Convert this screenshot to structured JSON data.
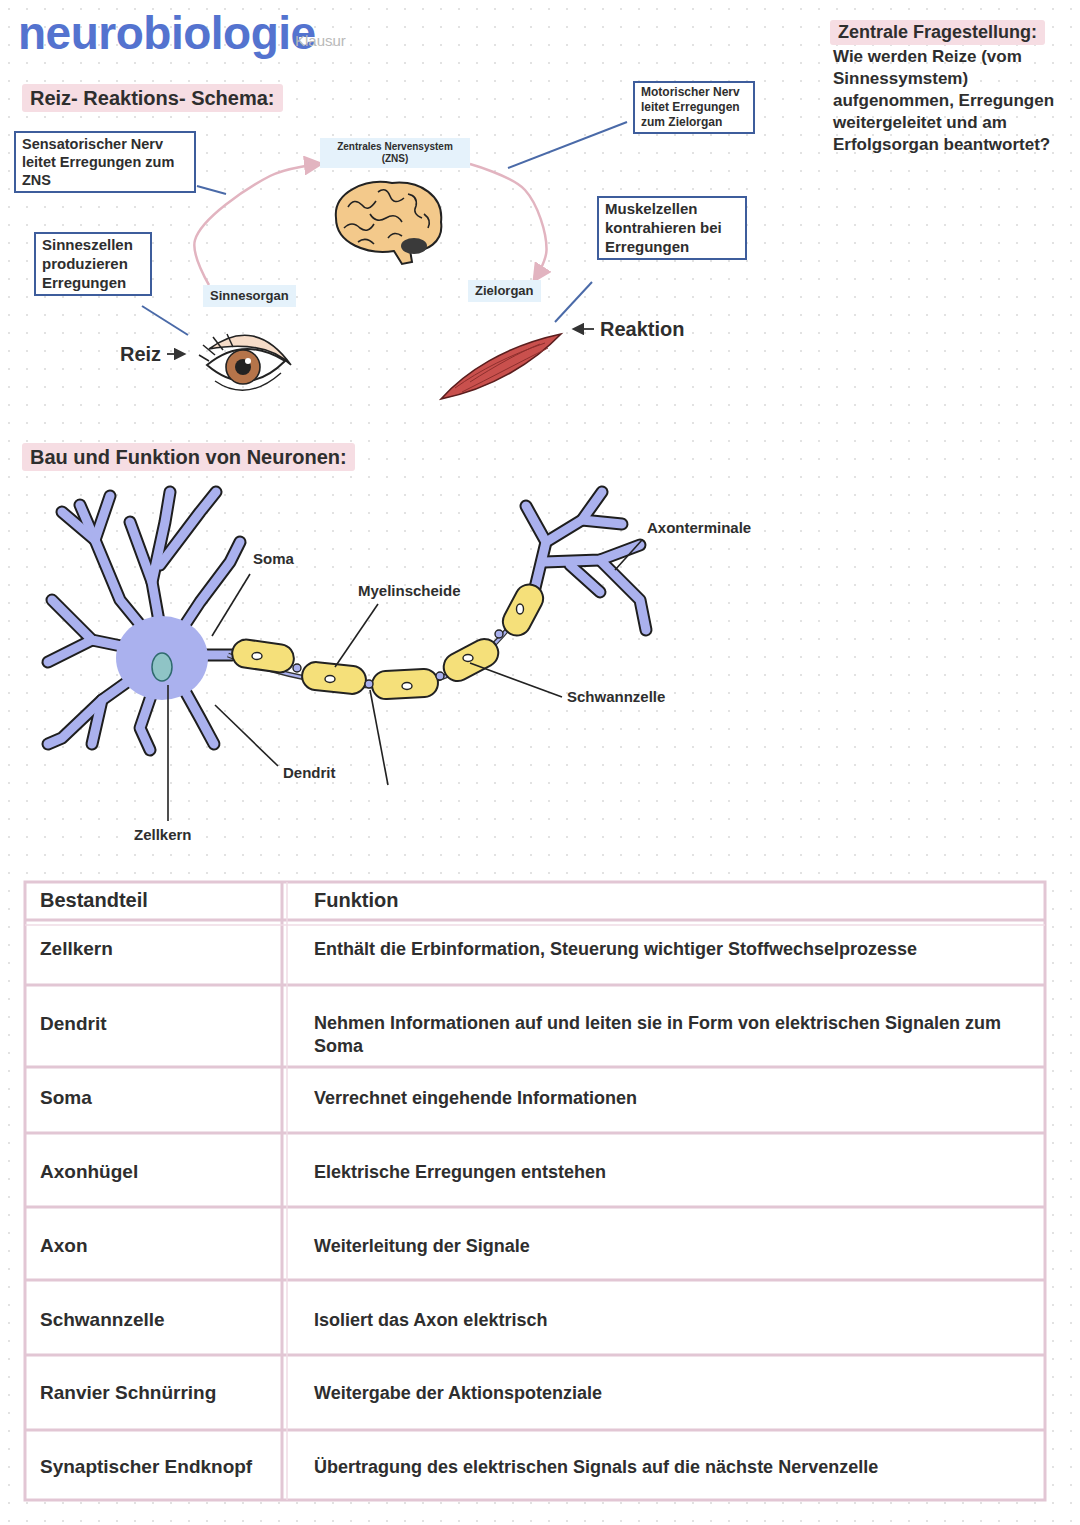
{
  "diagram": {
    "title": "neurobiologie",
    "nodes": [
      {
        "text": [
          "Reiz- Reaktions- Schema:"
        ]
      },
      {
        "text": [
          "Zentrale Fragestellung:"
        ]
      },
      {
        "text": [
          "Motorischer Nerv leitet Erregungen zum Zielorgan"
        ]
      },
      {
        "text": [
          "Sensatorischer Nerv leitet Erregungen zum ZNS"
        ]
      },
      {
        "text": [
          "Zentrales Nervensystem (ZNS)"
        ]
      },
      {
        "text": [
          "Muskelzellen kontrahieren bei Erregungen"
        ]
      },
      {
        "text": [
          "Sinneszellen produzieren Erregungen"
        ]
      },
      {
        "text": [
          "Sinnesorgan"
        ]
      },
      {
        "text": [
          "Zielorgan"
        ]
      },
      {
        "text": [
          "Bau und Funktion von Neuronen:"
        ]
      }
    ],
    "edges": [
      {
        "from": 7,
        "to": 4,
        "arrow": "to"
      },
      {
        "from": 4,
        "to": 8,
        "arrow": "to"
      }
    ],
    "labels": [
      "Klausur",
      "Wie werden Reize (vom Sinnessymstem) aufgenommen, Erregungen weitergeleitet und am Erfolgsorgan beantwortet?",
      "Reiz",
      "Reaktion",
      "Soma",
      "Myelinscheide",
      "Axonterminale",
      "Schwannzelle",
      "Dendrit",
      "Zellkern",
      "Bestandteil",
      "Funktion",
      "Zellkern",
      "Enthält die Erbinformation, Steuerung wichtiger Stoffwechselprozesse",
      "Dendrit",
      "Nehmen Informationen auf und leiten sie in Form von elektrischen Signalen zum Soma",
      "Soma",
      "Verrechnet eingehende Informationen",
      "Axonhügel",
      "Elektrische Erregungen entstehen",
      "Axon",
      "Weiterleitung der Signale",
      "Schwannzelle",
      "Isoliert das Axon elektrisch",
      "Ranvier Schnürring",
      "Weitergabe der Aktionspotenziale",
      "Synaptischer Endknopf",
      "Übertragung des elektrischen Signals auf die nächste Nervenzelle"
    ]
  }
}
